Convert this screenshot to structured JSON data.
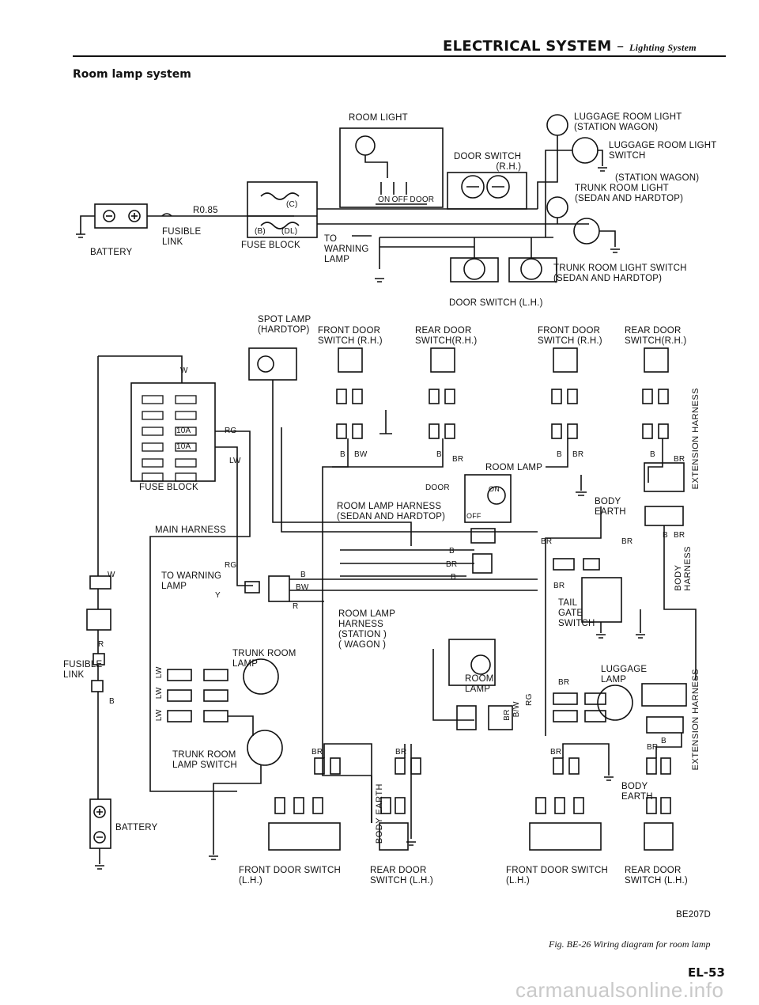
{
  "header": {
    "title": "ELECTRICAL SYSTEM",
    "dash": "–",
    "subtitle": "Lighting System"
  },
  "section_title": "Room lamp system",
  "top_diagram": {
    "room_light": "ROOM LIGHT",
    "on": "ON",
    "off": "OFF",
    "door": "DOOR",
    "c": "(C)",
    "b": "(B)",
    "dl": "(DL)",
    "fuse_block": "FUSE BLOCK",
    "fusible_value": "R0.85",
    "fusible_link": "FUSIBLE\nLINK",
    "battery": "BATTERY",
    "to_warning_lamp": "TO\nWARNING\nLAMP",
    "door_switch_rh": "DOOR SWITCH\n(R.H.)",
    "door_switch_lh": "DOOR SWITCH (L.H.)",
    "luggage_room_light": "LUGGAGE ROOM LIGHT\n(STATION WAGON)",
    "luggage_room_light_switch": "LUGGAGE ROOM LIGHT\nSWITCH",
    "station_wagon": "(STATION WAGON)",
    "trunk_room_light": "TRUNK ROOM LIGHT\n(SEDAN AND HARDTOP)",
    "trunk_room_light_switch": "TRUNK ROOM LIGHT SWITCH\n(SEDAN AND HARDTOP)"
  },
  "bottom_diagram": {
    "spot_lamp": "SPOT LAMP\n(HARDTOP)",
    "front_door_switch_rh_1": "FRONT DOOR\nSWITCH (R.H.)",
    "rear_door_switch_rh_1": "REAR DOOR\nSWITCH(R.H.)",
    "front_door_switch_rh_2": "FRONT DOOR\nSWITCH (R.H.)",
    "rear_door_switch_rh_2": "REAR DOOR\nSWITCH(R.H.)",
    "extension_harness": "EXTENSION HARNESS",
    "fuse_block": "FUSE BLOCK",
    "fuse_10a": "10A",
    "main_harness": "MAIN HARNESS",
    "to_warning_lamp": "TO WARNING\nLAMP",
    "room_lamp": "ROOM LAMP",
    "door": "DOOR",
    "on": "ON",
    "off": "OFF",
    "room_lamp_harness_sedan": "ROOM LAMP HARNESS\n(SEDAN AND HARDTOP)",
    "room_lamp_harness_wagon": "ROOM LAMP\nHARNESS\n(STATION )\n( WAGON )",
    "room_lamp_2": "ROOM\nLAMP",
    "body_earth": "BODY\nEARTH",
    "body_earth_vertical": "BODY EARTH",
    "body_harness": "BODY\nHARNESS",
    "tail_gate_switch": "TAIL\nGATE\nSWITCH",
    "trunk_room_lamp": "TRUNK ROOM\nLAMP",
    "trunk_room_lamp_switch": "TRUNK ROOM\nLAMP SWITCH",
    "luggage_lamp": "LUGGAGE\nLAMP",
    "fusible_link": "FUSIBLE\nLINK",
    "battery": "BATTERY",
    "front_door_switch_lh_1": "FRONT DOOR SWITCH\n(L.H.)",
    "rear_door_switch_lh_1": "REAR DOOR\nSWITCH (L.H.)",
    "front_door_switch_lh_2": "FRONT DOOR SWITCH\n(L.H.)",
    "rear_door_switch_lh_2": "REAR DOOR\nSWITCH (L.H.)",
    "wire_codes": {
      "w": "W",
      "rg": "RG",
      "lw": "LW",
      "b": "B",
      "bw": "BW",
      "br": "BR",
      "r": "R",
      "y": "Y",
      "rg_v": "RG",
      "br_b": "BR",
      "b_w": "B/W"
    }
  },
  "figure_code": "BE207D",
  "caption": "Fig. BE-26 Wiring diagram for room lamp",
  "page_number": "EL-53",
  "watermark": "carmanualsonline.info"
}
